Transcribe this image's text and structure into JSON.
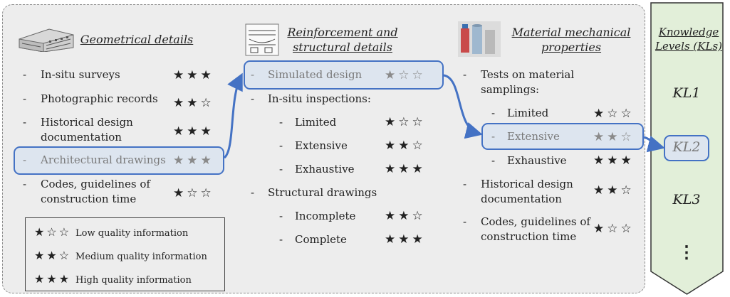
{
  "columns": {
    "geometrical": {
      "title": "Geometrical details",
      "items": [
        {
          "label": "In-situ surveys",
          "stars": 3
        },
        {
          "label": "Photographic records",
          "stars": 2
        },
        {
          "label": "Historical design documentation",
          "stars": 3
        },
        {
          "label": "Architectural drawings",
          "stars": 3,
          "highlighted": true
        },
        {
          "label": "Codes, guidelines of construction time",
          "stars": 1
        }
      ]
    },
    "reinforcement": {
      "title": "Reinforcement and structural details",
      "items": [
        {
          "label": "Simulated design",
          "stars": 1,
          "highlighted": true
        },
        {
          "label": "In-situ inspections:"
        },
        {
          "label": "Limited",
          "stars": 1
        },
        {
          "label": "Extensive",
          "stars": 2
        },
        {
          "label": "Exhaustive",
          "stars": 3
        },
        {
          "label": "Structural drawings"
        },
        {
          "label": "Incomplete",
          "stars": 2
        },
        {
          "label": "Complete",
          "stars": 3
        }
      ]
    },
    "material": {
      "title": "Material mechanical properties",
      "items": [
        {
          "label": "Tests on material samplings:"
        },
        {
          "label": "Limited",
          "stars": 1
        },
        {
          "label": "Extensive",
          "stars": 2,
          "highlighted": true
        },
        {
          "label": "Exhaustive",
          "stars": 3
        },
        {
          "label": "Historical design documentation",
          "stars": 2
        },
        {
          "label": "Codes, guidelines of construction time",
          "stars": 1
        }
      ]
    }
  },
  "legend": [
    {
      "stars": 1,
      "label": "Low quality information"
    },
    {
      "stars": 2,
      "label": "Medium quality information"
    },
    {
      "stars": 3,
      "label": "High quality information"
    }
  ],
  "knowledge_levels": {
    "title": "Knowledge Levels (KLs)",
    "levels": [
      "KL1",
      "KL2",
      "KL3"
    ],
    "selected": "KL2",
    "more": "⋮"
  },
  "colors": {
    "accent": "#4472c4",
    "panel": "#ededed",
    "kl_panel": "#e2efd9",
    "highlight_fill": "#dde5ef"
  }
}
